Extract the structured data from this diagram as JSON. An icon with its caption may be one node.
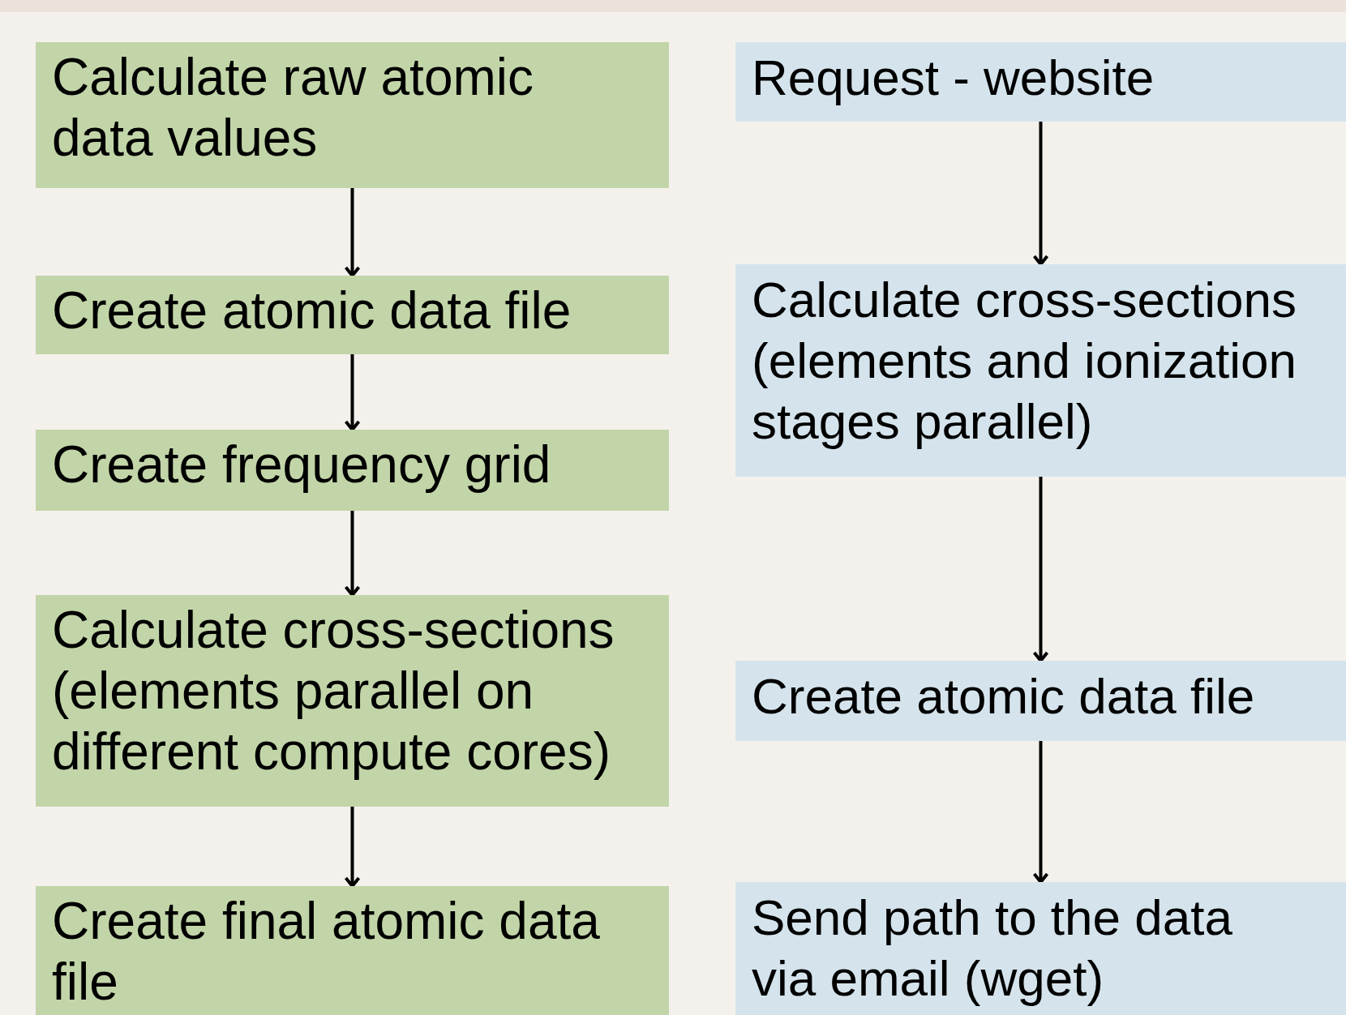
{
  "diagram": {
    "nodes": [
      {
        "text": [
          "Calculate raw atomic data values"
        ]
      },
      {
        "text": [
          "Create atomic data file"
        ]
      },
      {
        "text": [
          "Create frequency grid"
        ]
      },
      {
        "text": [
          "Calculate cross-sections (elements parallel on different compute cores)"
        ]
      },
      {
        "text": [
          "Create final atomic data file"
        ]
      },
      {
        "text": [
          "Request - website"
        ]
      },
      {
        "text": [
          "Calculate cross-sections (elements and ionization stages parallel)"
        ]
      },
      {
        "text": [
          "Create atomic data file"
        ]
      },
      {
        "text": [
          "Send path to the data via email (wget)"
        ]
      }
    ],
    "edges": [
      {
        "from": 0,
        "to": 1,
        "arrow": "to"
      },
      {
        "from": 1,
        "to": 2,
        "arrow": "to"
      },
      {
        "from": 2,
        "to": 3,
        "arrow": "to"
      },
      {
        "from": 3,
        "to": 4,
        "arrow": "to"
      },
      {
        "from": 5,
        "to": 6,
        "arrow": "to"
      },
      {
        "from": 6,
        "to": 7,
        "arrow": "to"
      },
      {
        "from": 7,
        "to": 8,
        "arrow": "to"
      }
    ]
  }
}
